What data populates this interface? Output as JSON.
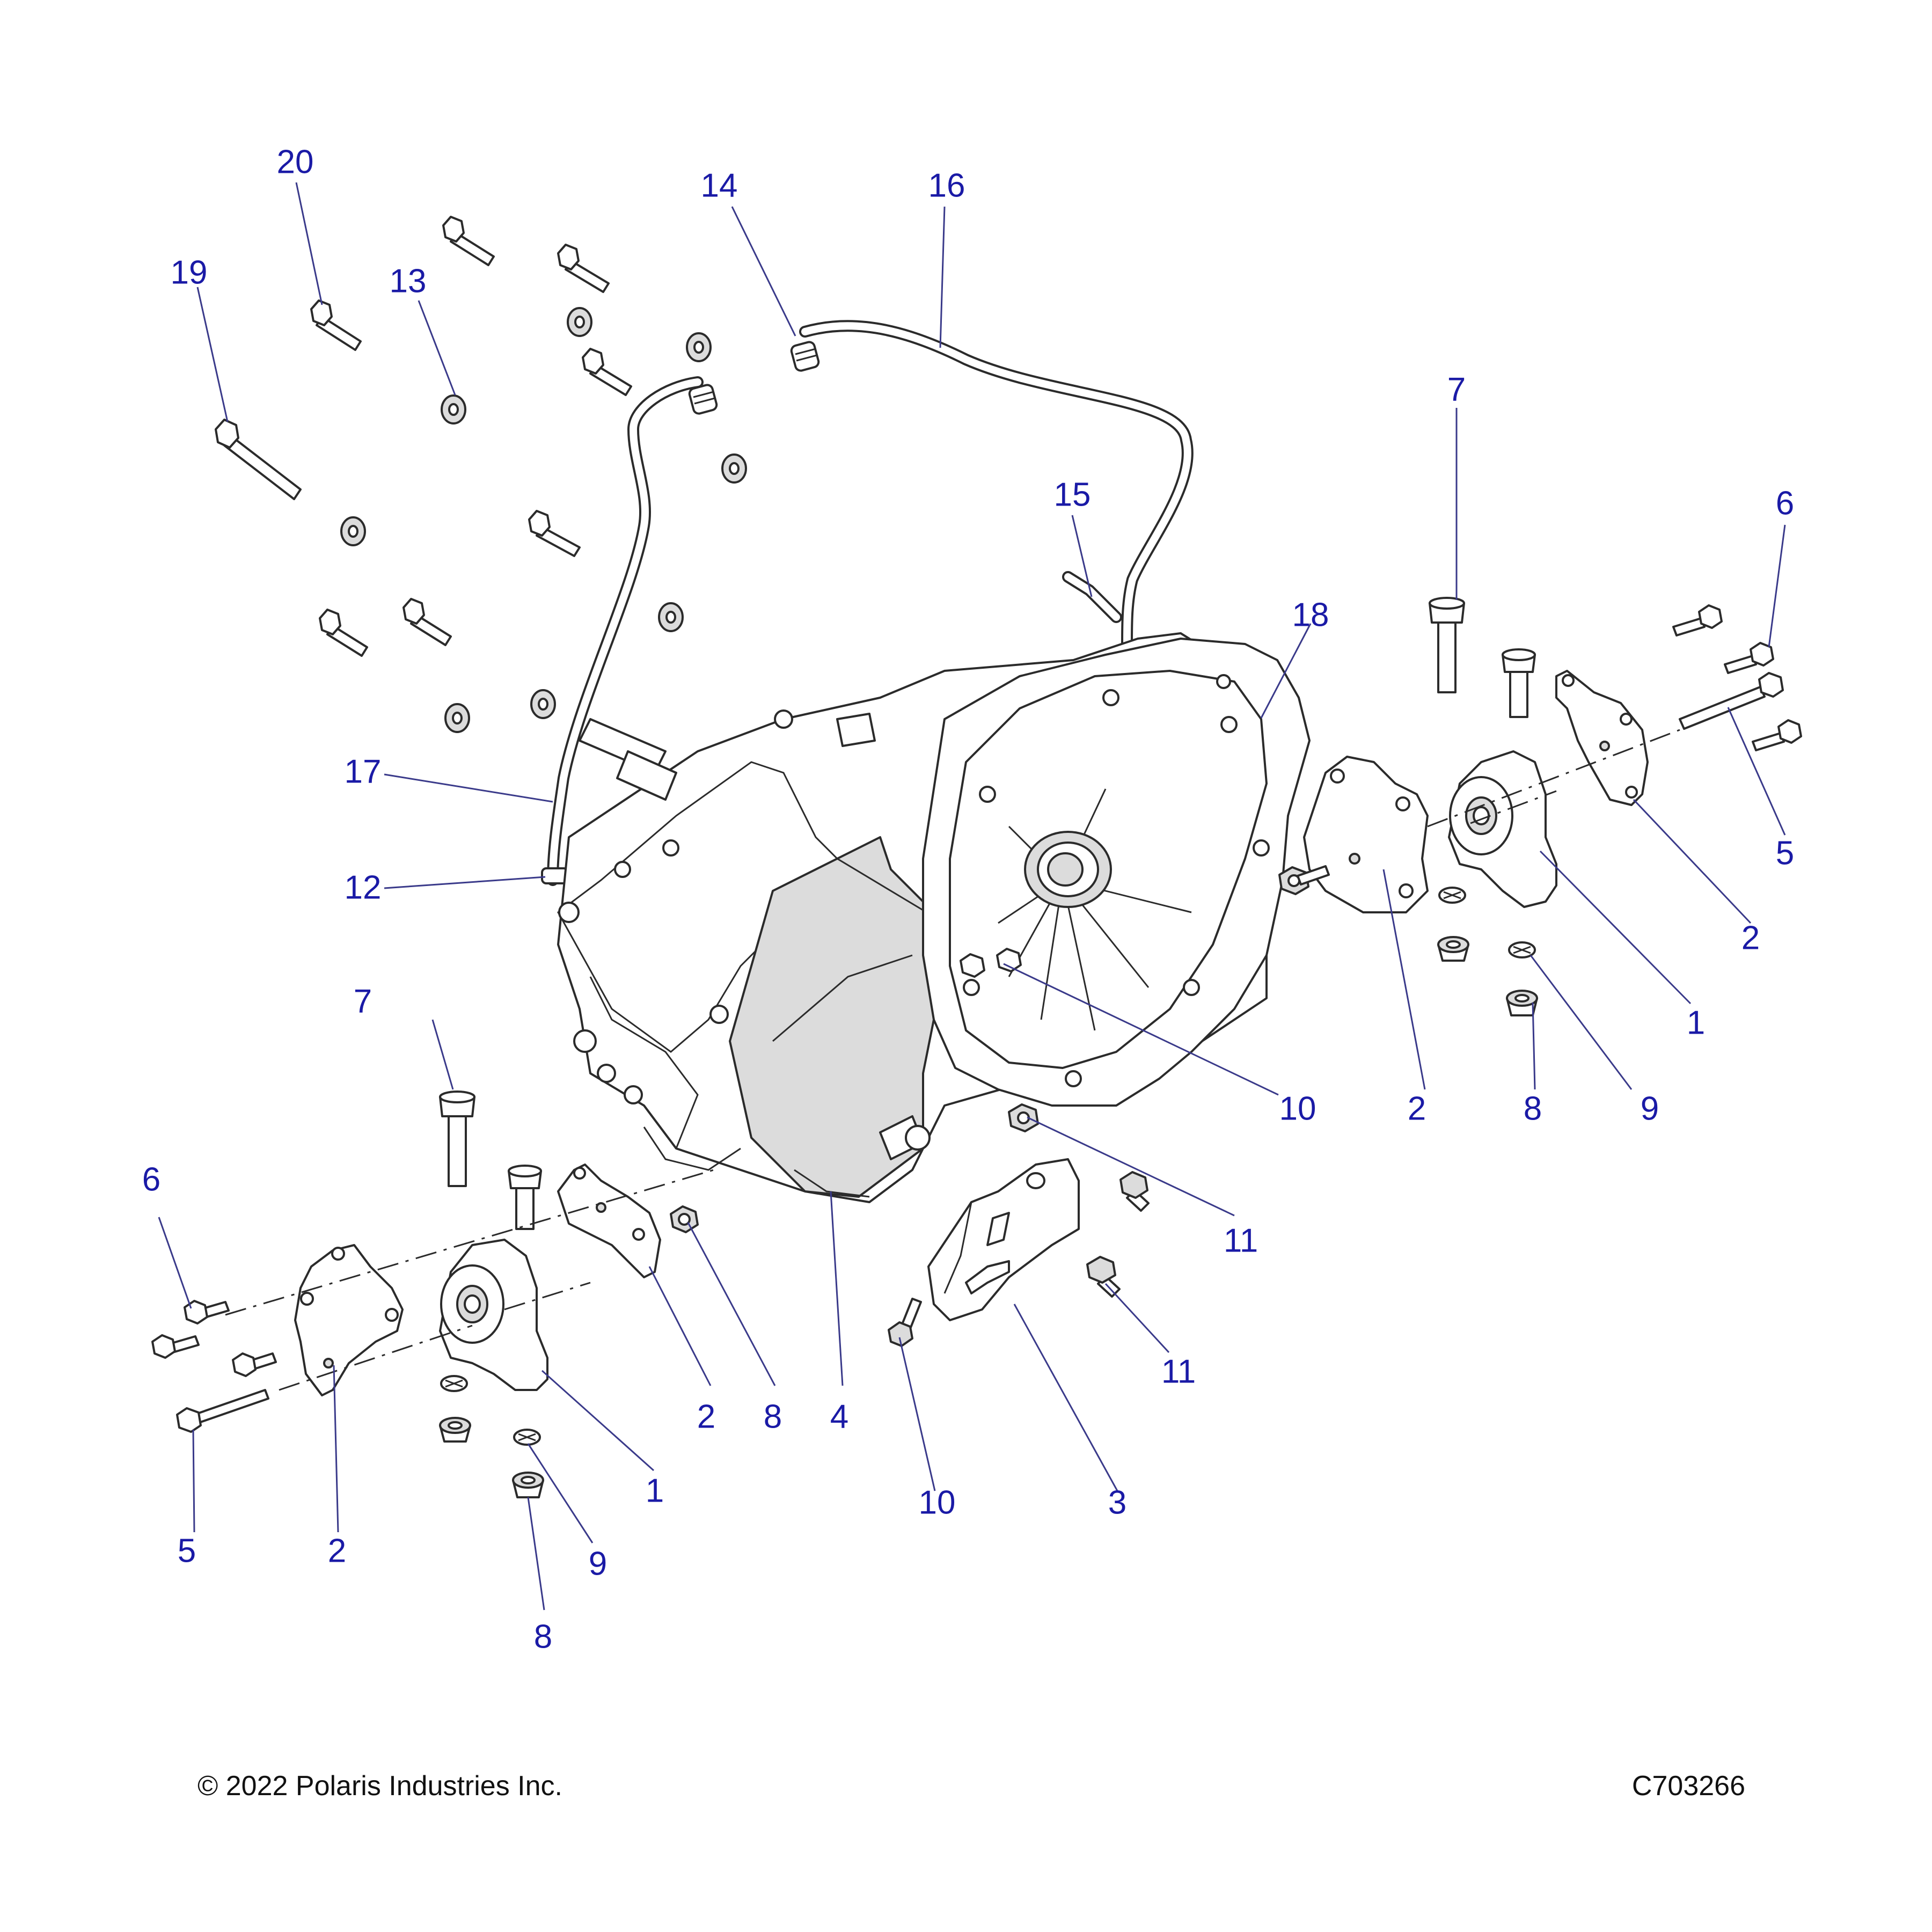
{
  "colors": {
    "callout": "#1a1aa6",
    "line": "#2b2b2b",
    "shade": "#dcdcdc",
    "background": "#ffffff"
  },
  "callouts": {
    "c20": "20",
    "c19": "19",
    "c13": "13",
    "c14": "14",
    "c16": "16",
    "c15": "15",
    "c18": "18",
    "c7_top": "7",
    "c6_right": "6",
    "c5_right": "5",
    "c2_farright": "2",
    "c1_right": "1",
    "c17": "17",
    "c12": "12",
    "c10_mid": "10",
    "c2_midright": "2",
    "c8_right": "8",
    "c9_right": "9",
    "c7_left": "7",
    "c6_left": "6",
    "c11_top": "11",
    "c11_bottom": "11",
    "c2_midleft": "2",
    "c8_mid": "8",
    "c4": "4",
    "c1_left": "1",
    "c10_bottom": "10",
    "c3": "3",
    "c5_left": "5",
    "c2_left": "2",
    "c9_left": "9",
    "c8_left": "8"
  },
  "footer": {
    "copyright": "© 2022 Polaris Industries Inc.",
    "figure_id": "C703266"
  }
}
